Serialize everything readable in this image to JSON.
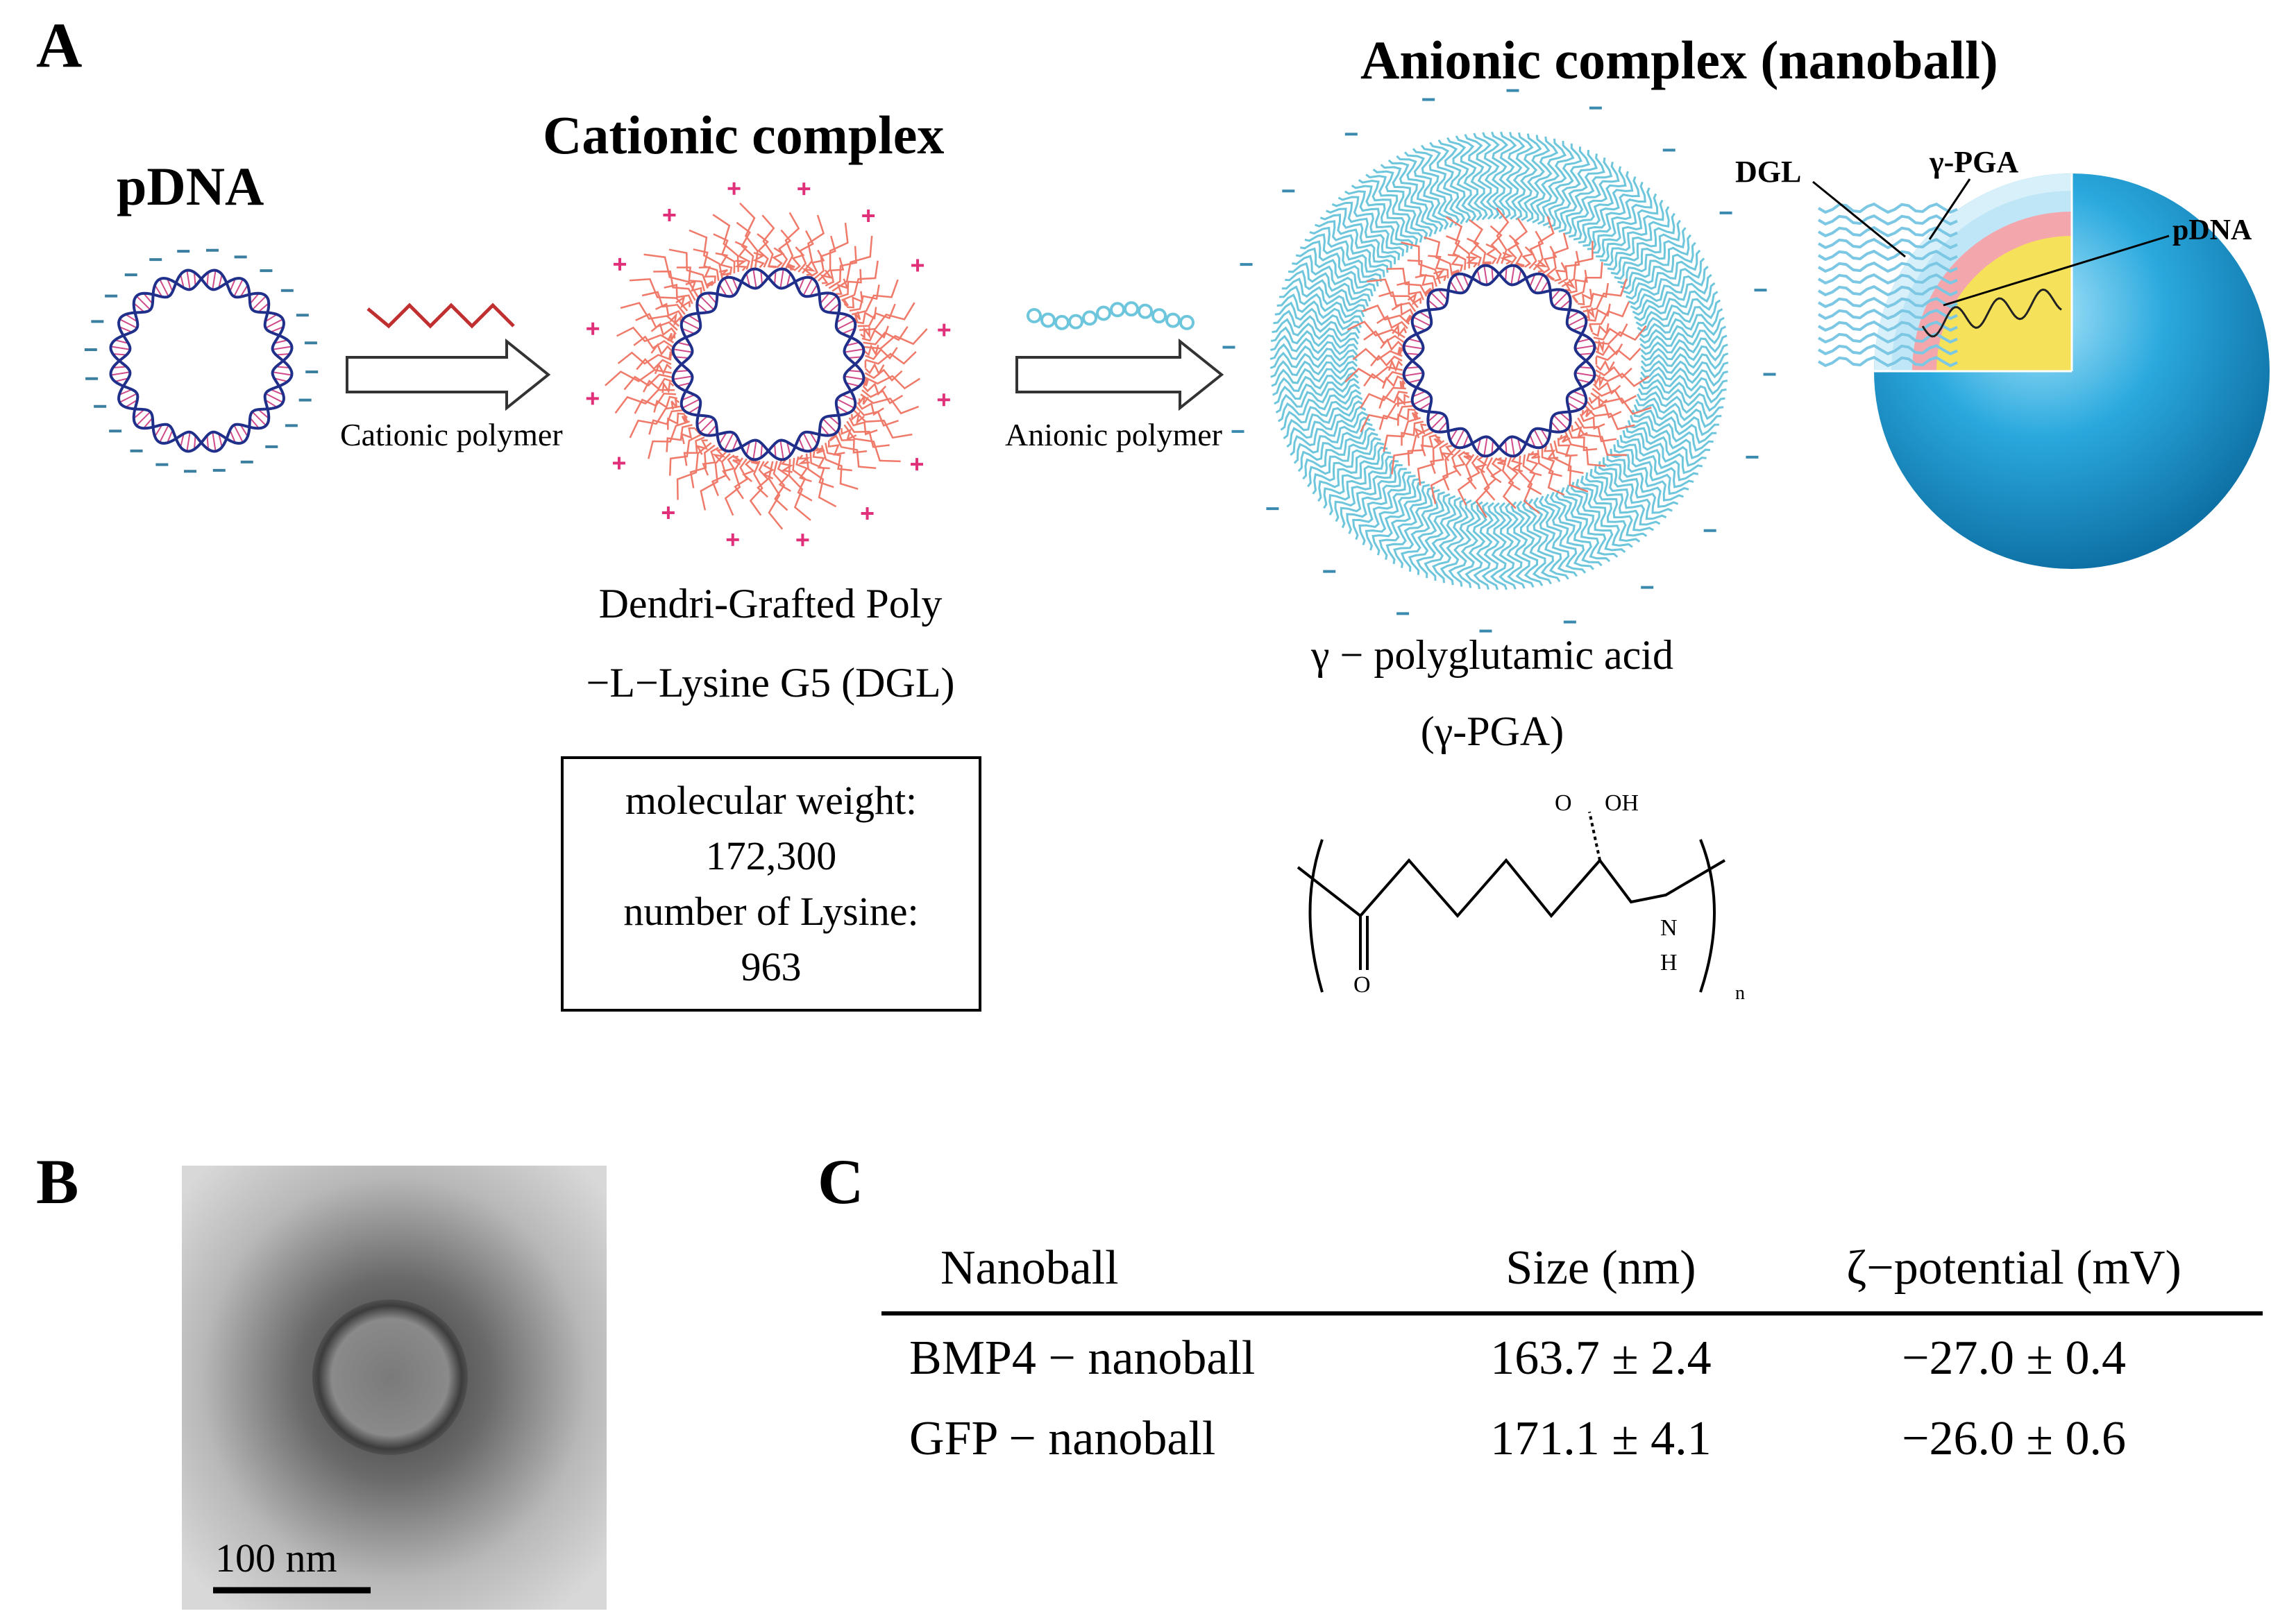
{
  "panels": {
    "a": "A",
    "b": "B",
    "c": "C"
  },
  "panel_a": {
    "pdna_title": "pDNA",
    "cationic_title": "Cationic complex",
    "anionic_title": "Anionic complex (nanoball)",
    "arrow1_label": "Cationic  polymer",
    "arrow2_label": "Anionic  polymer",
    "dgl_name_line1": "Dendri-Grafted Poly",
    "dgl_name_line2": "−L−Lysine G5 (DGL)",
    "info_box": {
      "line1": "molecular  weight:",
      "line2": "172,300",
      "line3": "number  of  Lysine:",
      "line4": "963"
    },
    "pga_name_line1": "γ − polyglutamic   acid",
    "pga_name_line2": "(γ-PGA)",
    "structure_labels": {
      "o_top": "O",
      "oh": "OH",
      "o_bottom": "O",
      "n": "N",
      "h": "H",
      "n_sub": "n"
    },
    "sphere_labels": {
      "dgl": "DGL",
      "pga": "γ-PGA",
      "pdna": "pDNA"
    }
  },
  "panel_b": {
    "scale_bar": "100 nm"
  },
  "panel_c": {
    "headers": [
      "Nanoball",
      "Size (nm)",
      "ζ−potential (mV)"
    ],
    "rows": [
      [
        "BMP4 − nanoball",
        "163.7 ± 2.4",
        "−27.0 ± 0.4"
      ],
      [
        "GFP − nanoball",
        "171.1 ± 4.1",
        "−26.0 ± 0.6"
      ]
    ]
  },
  "colors": {
    "dna_strand": "#1f2f8a",
    "dna_rung": "#d04a8a",
    "dgl": "#f07a6a",
    "pga": "#6ec6dc",
    "cation": "#e0307a",
    "sphere_outer": "#1ea2d8",
    "sphere_mid": "#f0a0a6",
    "sphere_core": "#f6e25a"
  }
}
